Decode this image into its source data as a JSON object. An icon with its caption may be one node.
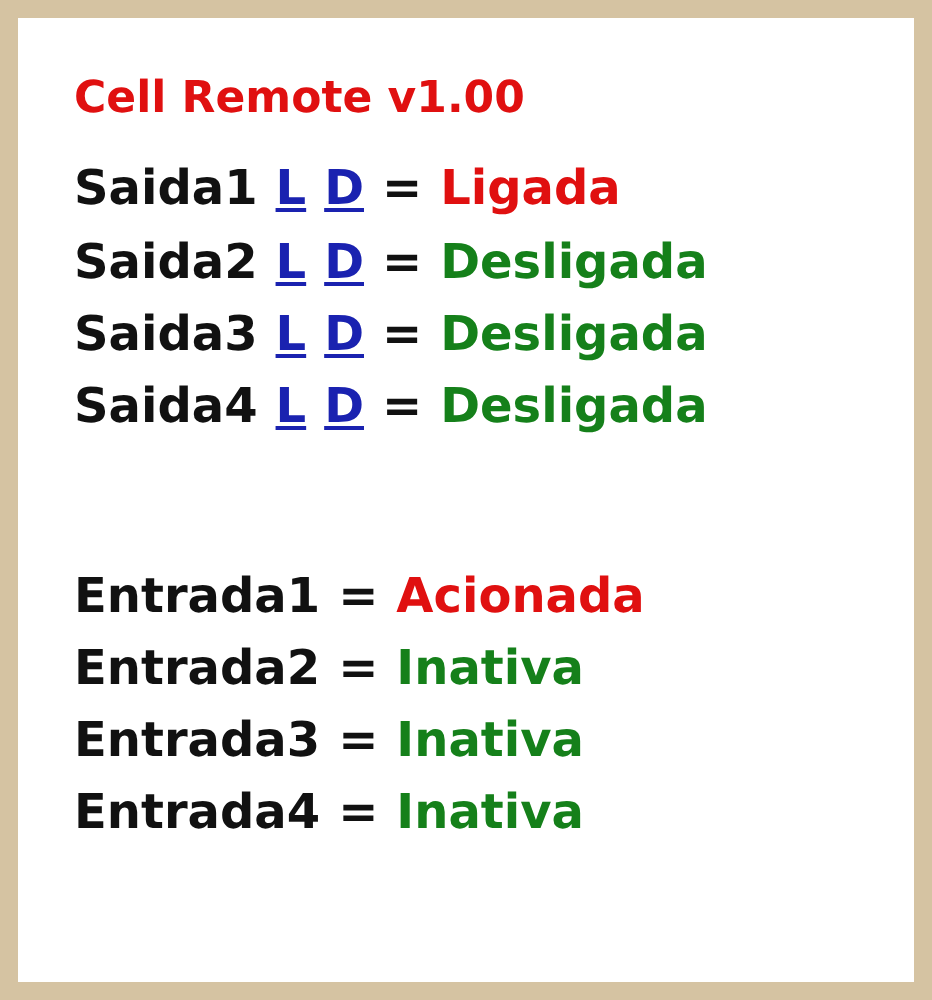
{
  "diagram": {
    "title": "Cell Remote v1.00",
    "labels": [
      "Saida1",
      "L",
      "D",
      "=",
      "Ligada",
      "Saida2",
      "L",
      "D",
      "=",
      "Desligada",
      "Saida3",
      "L",
      "D",
      "=",
      "Desligada",
      "Saida4",
      "L",
      "D",
      "=",
      "Desligada",
      "Entrada1",
      "=",
      "Acionada",
      "Entrada2",
      "=",
      "Inativa",
      "Entrada3",
      "=",
      "Inativa",
      "Entrada4",
      "=",
      "Inativa"
    ]
  }
}
